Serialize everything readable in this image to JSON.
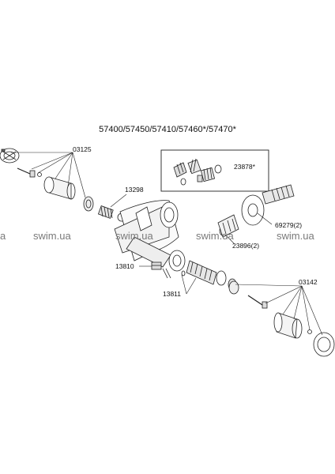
{
  "title": "57400/57450/57410/57460*/57470*",
  "watermark": {
    "text": "swim.ua",
    "edge_text": "a"
  },
  "labels": {
    "p03125": "03125",
    "p13298": "13298",
    "p23878": "23878*",
    "p69279": "69279(2)",
    "p23896": "23896(2)",
    "p13810": "13810",
    "p13811": "13811",
    "p03142": "03142"
  }
}
